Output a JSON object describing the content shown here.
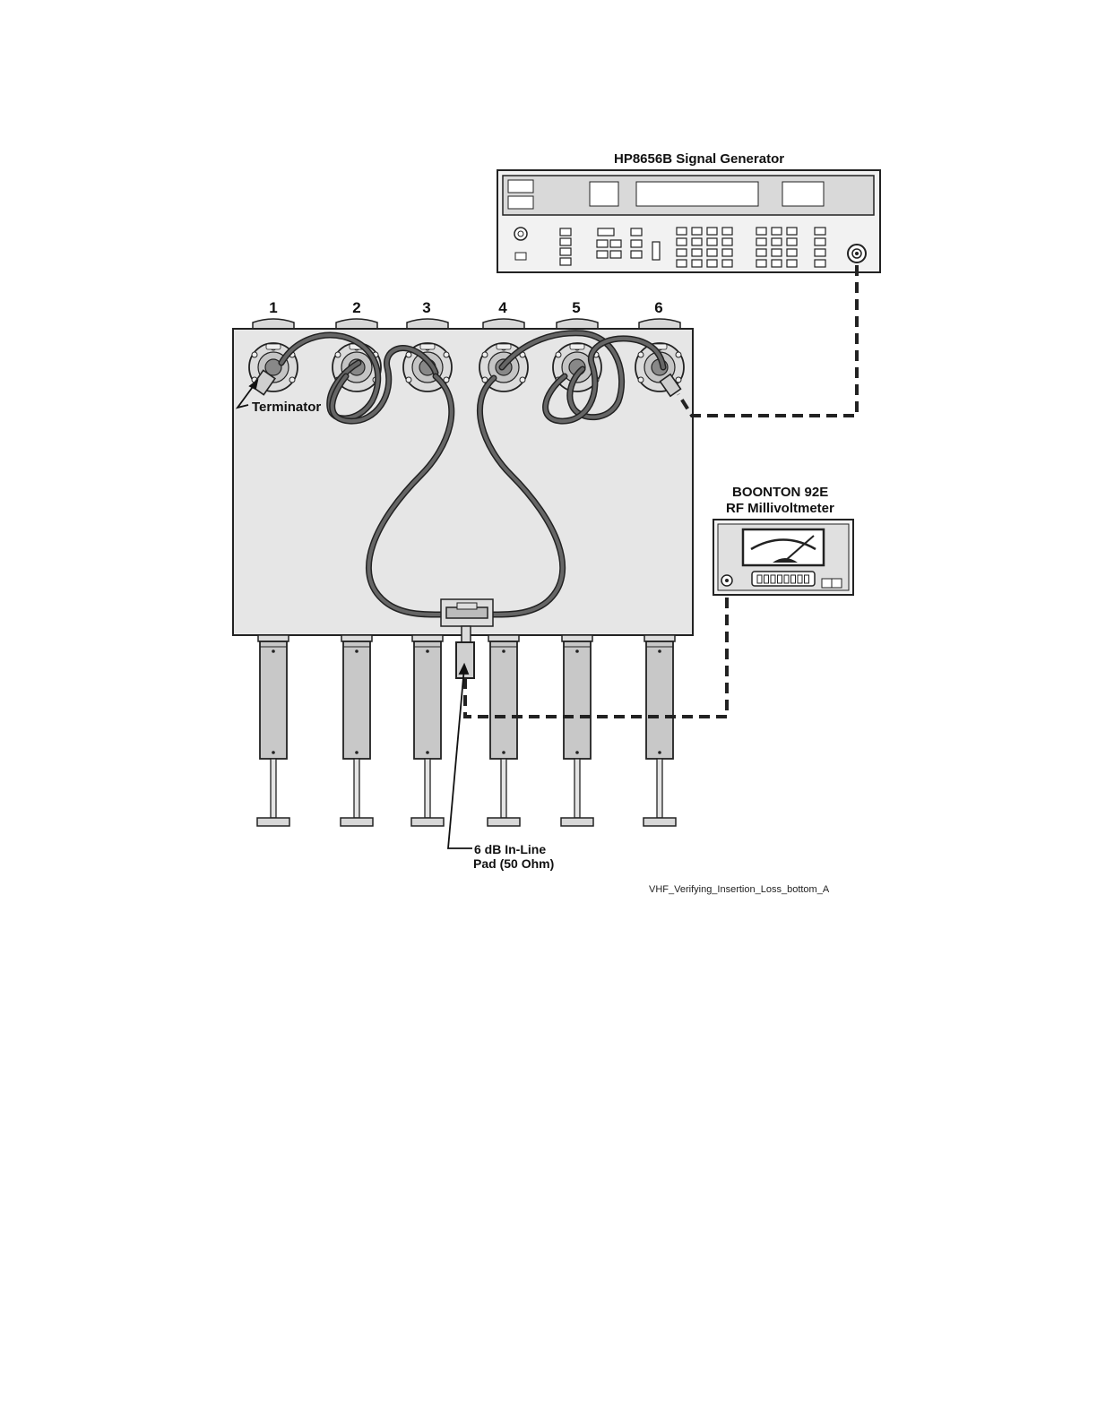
{
  "signal_generator": {
    "title": "HP8656B Signal Generator"
  },
  "millivoltmeter": {
    "title_line1": "BOONTON 92E",
    "title_line2": "RF Millivoltmeter"
  },
  "cavities": {
    "labels": [
      "1",
      "2",
      "3",
      "4",
      "5",
      "6"
    ]
  },
  "callouts": {
    "terminator": "Terminator",
    "pad_line1": "6 dB In-Line",
    "pad_line2": "Pad (50 Ohm)"
  },
  "caption": "VHF_Verifying_Insertion_Loss_bottom_A",
  "colors": {
    "panel": "#e6e6e6",
    "cavity_body": "#c8c8c8",
    "cable": "#555555",
    "stroke": "#222222"
  }
}
